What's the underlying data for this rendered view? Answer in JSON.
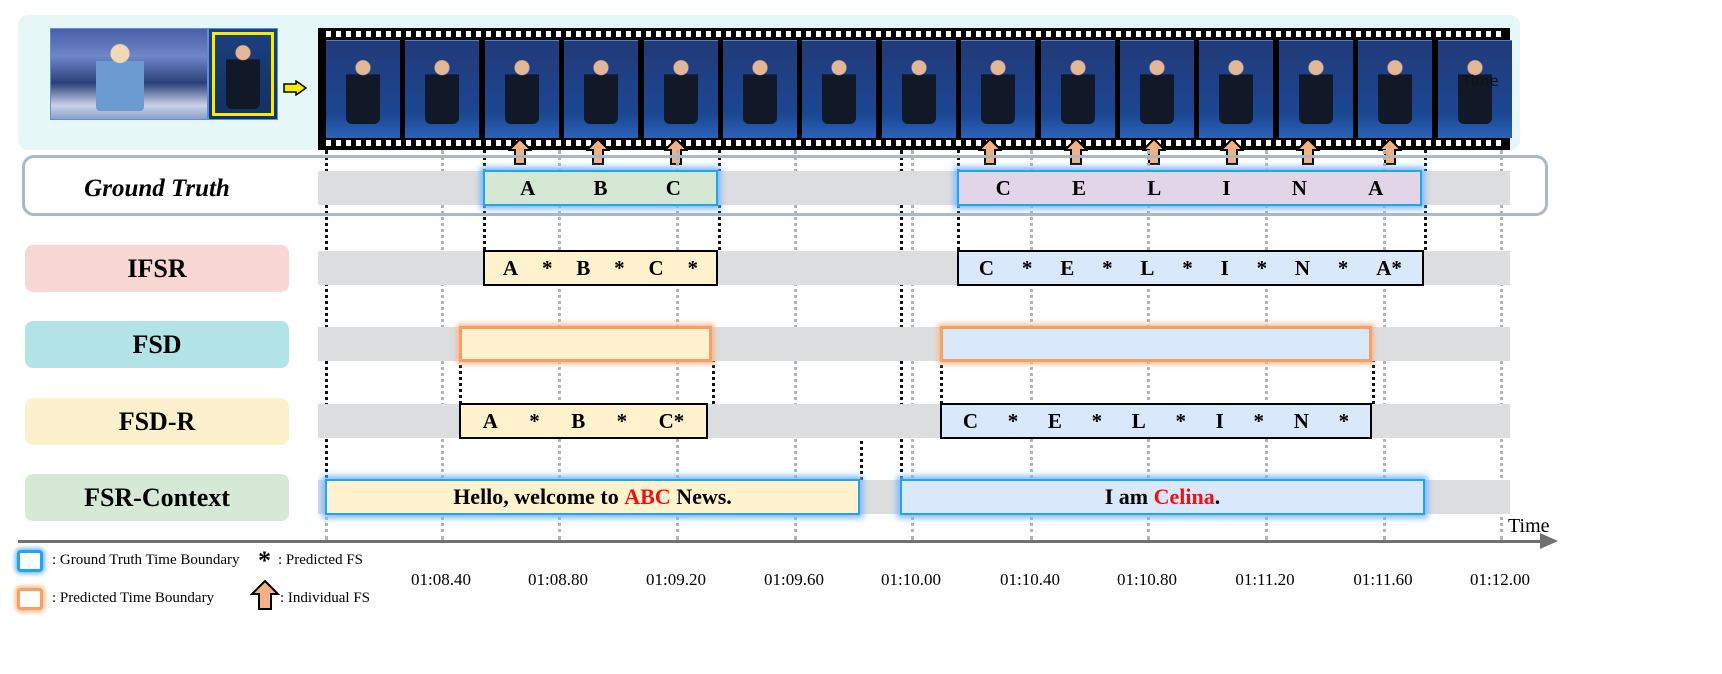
{
  "film_label": "Time",
  "rows": [
    {
      "id": "ground-truth",
      "label": "Ground Truth",
      "segments": [
        [
          "A",
          "B",
          "C"
        ],
        [
          "C",
          "E",
          "L",
          "I",
          "N",
          "A"
        ]
      ]
    },
    {
      "id": "ifsr",
      "label": "IFSR",
      "segments": [
        [
          "A",
          "*",
          "B",
          "*",
          "C",
          "*"
        ],
        [
          "C",
          "*",
          "E",
          "*",
          "L",
          "*",
          "I",
          "*",
          "N",
          "*",
          "A*"
        ]
      ]
    },
    {
      "id": "fsd",
      "label": "FSD",
      "segments": [
        [],
        []
      ]
    },
    {
      "id": "fsd-r",
      "label": "FSD-R",
      "segments": [
        [
          "A",
          "*",
          "B",
          "*",
          "C*"
        ],
        [
          "C",
          "*",
          "E",
          "*",
          "L",
          "*",
          "I",
          "*",
          "N",
          "*"
        ]
      ]
    },
    {
      "id": "fsr-context",
      "label": "FSR-Context",
      "segments": [
        [
          "Hello, welcome to ",
          "ABC",
          " News."
        ],
        [
          "I am ",
          "Celina",
          "."
        ]
      ]
    }
  ],
  "axis": {
    "label": "Time",
    "ticks": [
      "01:08.40",
      "01:08.80",
      "01:09.20",
      "01:09.60",
      "01:10.00",
      "01:10.40",
      "01:10.80",
      "01:11.20",
      "01:11.60",
      "01:12.00"
    ]
  },
  "legend": {
    "gt_boundary": ": Ground Truth Time Boundary",
    "pred_boundary": ": Predicted Time Boundary",
    "predicted_fs_symbol": "*",
    "predicted_fs": ": Predicted FS",
    "individual_fs": ": Individual FS"
  },
  "colors": {
    "label_gt": "#ffffff",
    "label_ifsr": "#f8d7d5",
    "label_fsd": "#b2e3e6",
    "label_fsdr": "#fdf1cd",
    "label_ctx": "#d6e8d6",
    "gt_green": "#d5e8d4",
    "gt_purple": "#e1d5e7",
    "pred_yellow": "#fff2cc",
    "pred_blue": "#dae8fc",
    "highlight": "#f01010"
  }
}
